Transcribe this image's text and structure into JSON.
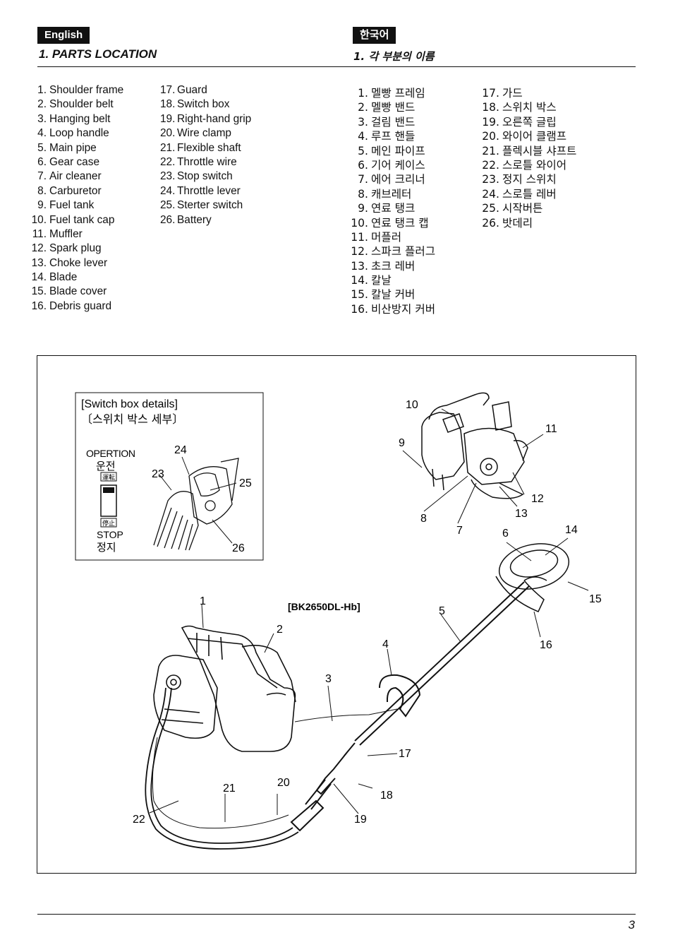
{
  "english": {
    "badge": "English",
    "title": "1. PARTS LOCATION",
    "parts_col1": [
      {
        "num": "1",
        "label": "Shoulder frame"
      },
      {
        "num": "2",
        "label": "Shoulder belt"
      },
      {
        "num": "3",
        "label": "Hanging belt"
      },
      {
        "num": "4",
        "label": "Loop handle"
      },
      {
        "num": "5",
        "label": "Main pipe"
      },
      {
        "num": "6",
        "label": "Gear case"
      },
      {
        "num": "7",
        "label": "Air cleaner"
      },
      {
        "num": "8",
        "label": "Carburetor"
      },
      {
        "num": "9",
        "label": "Fuel tank"
      },
      {
        "num": "10",
        "label": "Fuel tank cap"
      },
      {
        "num": "11",
        "label": "Muffler"
      },
      {
        "num": "12",
        "label": "Spark plug"
      },
      {
        "num": "13",
        "label": "Choke lever"
      },
      {
        "num": "14",
        "label": "Blade"
      },
      {
        "num": "15",
        "label": "Blade cover"
      },
      {
        "num": "16",
        "label": "Debris guard"
      }
    ],
    "parts_col2": [
      {
        "num": "17",
        "label": "Guard"
      },
      {
        "num": "18",
        "label": "Switch box"
      },
      {
        "num": "19",
        "label": "Right-hand grip"
      },
      {
        "num": "20",
        "label": "Wire clamp"
      },
      {
        "num": "21",
        "label": "Flexible shaft"
      },
      {
        "num": "22",
        "label": "Throttle wire"
      },
      {
        "num": "23",
        "label": "Stop switch"
      },
      {
        "num": "24",
        "label": "Throttle lever"
      },
      {
        "num": "25",
        "label": "Sterter switch"
      },
      {
        "num": "26",
        "label": "Battery"
      }
    ]
  },
  "korean": {
    "badge": "한국어",
    "title": "1. 각 부분의 이름",
    "parts_col1": [
      {
        "num": "1",
        "label": "멜빵 프레임"
      },
      {
        "num": "2",
        "label": "멜빵 밴드"
      },
      {
        "num": "3",
        "label": "걸림 밴드"
      },
      {
        "num": "4",
        "label": "루프 핸들"
      },
      {
        "num": "5",
        "label": "메인 파이프"
      },
      {
        "num": "6",
        "label": "기어 케이스"
      },
      {
        "num": "7",
        "label": "에어 크리너"
      },
      {
        "num": "8",
        "label": "캐브레터"
      },
      {
        "num": "9",
        "label": "연료 탱크"
      },
      {
        "num": "10",
        "label": "연료 탱크 캡"
      },
      {
        "num": "11",
        "label": "머플러"
      },
      {
        "num": "12",
        "label": "스파크 플러그"
      },
      {
        "num": "13",
        "label": "초크 레버"
      },
      {
        "num": "14",
        "label": "칼날"
      },
      {
        "num": "15",
        "label": "칼날 커버"
      },
      {
        "num": "16",
        "label": "비산방지 커버"
      }
    ],
    "parts_col2": [
      {
        "num": "17",
        "label": "가드"
      },
      {
        "num": "18",
        "label": "스위치 박스"
      },
      {
        "num": "19",
        "label": "오른쪽 글립"
      },
      {
        "num": "20",
        "label": "와이어 클램프"
      },
      {
        "num": "21",
        "label": "플렉시블 샤프트"
      },
      {
        "num": "22",
        "label": "스로틀 와이어"
      },
      {
        "num": "23",
        "label": "정지 스위치"
      },
      {
        "num": "24",
        "label": "스로틀 레버"
      },
      {
        "num": "25",
        "label": "시작버튼"
      },
      {
        "num": "26",
        "label": "밧데리"
      }
    ]
  },
  "diagram": {
    "model": "[BK2650DL-Hb]",
    "inset": {
      "title_en": "[Switch box details]",
      "title_ko": "〔스위치 박스 세부〕",
      "operation_en": "OPERTION",
      "operation_ko": "운전",
      "operation_kanji": "運転",
      "stop_kanji": "停止",
      "stop_en": "STOP",
      "stop_ko": "정지"
    },
    "callouts": [
      "1",
      "2",
      "3",
      "4",
      "5",
      "6",
      "7",
      "8",
      "9",
      "10",
      "11",
      "12",
      "13",
      "14",
      "15",
      "16",
      "17",
      "18",
      "19",
      "20",
      "21",
      "22",
      "23",
      "24",
      "25",
      "26"
    ]
  },
  "page_number": "3"
}
